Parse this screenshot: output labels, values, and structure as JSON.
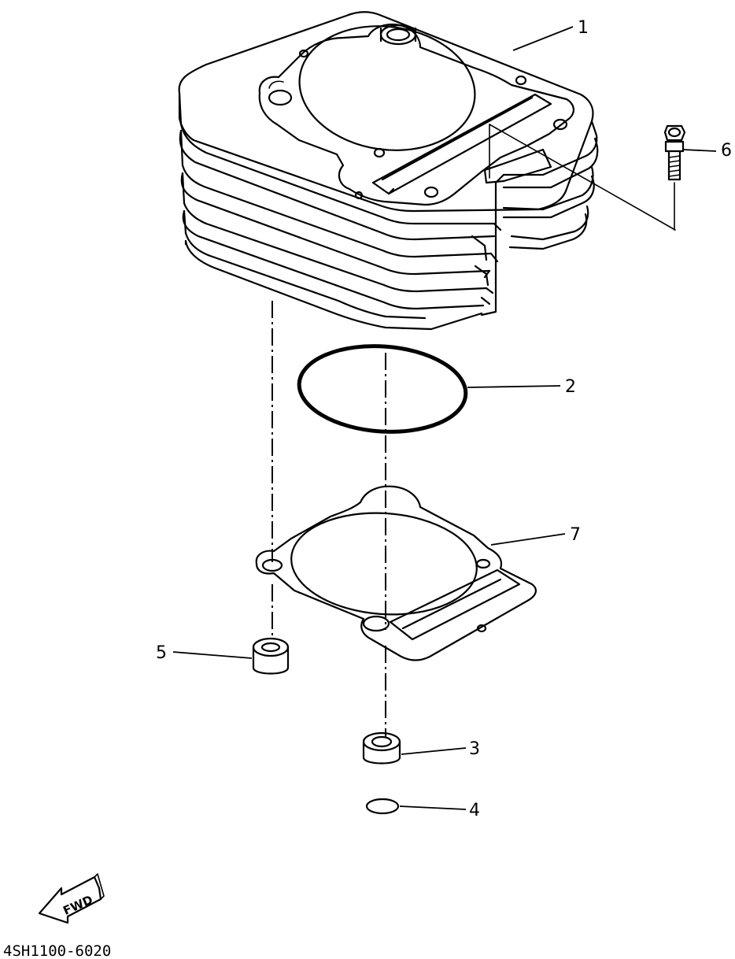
{
  "callouts": {
    "cylinder": "1",
    "o_ring": "2",
    "dowel_pin_front": "3",
    "small_o_ring": "4",
    "dowel_pin_rear": "5",
    "bolt": "6",
    "gasket": "7"
  },
  "fwd_label": "FWD",
  "part_number": "4SH1100-6020"
}
